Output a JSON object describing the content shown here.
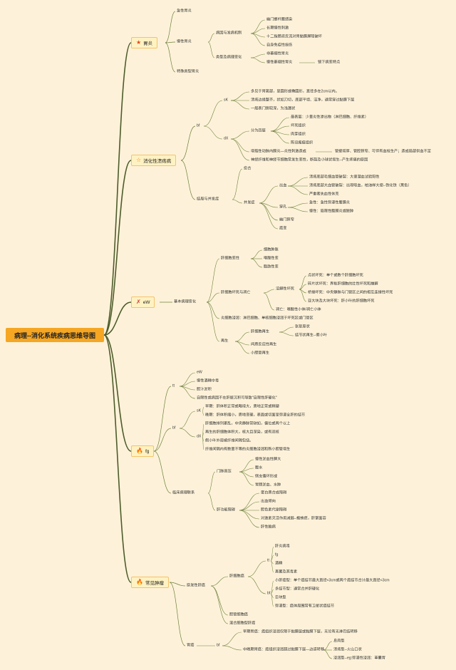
{
  "root": "病理--消化系统疾病思维导图",
  "topics": {
    "t1": {
      "label": "胃炎",
      "icon": "★",
      "icon_name": "star-icon"
    },
    "t2": {
      "label": "消化性溃疡病",
      "icon": "☆",
      "icon_name": "star-outline-icon"
    },
    "t3": {
      "label": "eW",
      "icon": "✗",
      "icon_name": "cross-icon"
    },
    "t4": {
      "label": "fg",
      "icon": "🔥",
      "icon_name": "flame-icon"
    },
    "t5": {
      "label": "常见肿瘤",
      "icon": "🔥",
      "icon_name": "flame-icon"
    }
  },
  "n": {
    "a1": "急性胃炎",
    "a2": "慢性胃炎",
    "a3": "特殊类型胃炎",
    "a4": "病因与发病机制",
    "a5": "幽门螺杆菌感染",
    "a6": "长期慢性刺激",
    "a7": "十二指肠液反流对胃黏膜屏障破坏",
    "a8": "自身免疫性损伤",
    "a9": "类型及病理变化",
    "a10": "非萎缩性胃炎",
    "a11": "慢性萎缩性胃炎",
    "a12": "镜下病变特点",
    "b1": "bf",
    "b2": "结局与并发症",
    "b3": "sK",
    "b4": "多见于胃窦部，呈圆形或椭圆形，直径多在2cm以内。",
    "b5": "溃疡边缘整齐，状如刀切，底部平坦、洁净，通常穿过黏膜下层",
    "b6": "一般表门侧较深，为浅漏状",
    "b7": "dX",
    "b8": "分为四层",
    "b9": "最表层：少量炎性渗出物（淋巴细胞、纤维素）",
    "b10": "坏死组织",
    "b11": "肉芽组织",
    "b12": "陈旧瘢痕组织",
    "b13": "增殖性动脉内膜炎—炎性刺激造成",
    "b14": "管壁增厚、管腔狭窄、可伴有血栓生产；造成局部供血不足",
    "b15": "神经纤维和神经节细胞常发生变性，断裂及小球状增生--产生疼痛的原因",
    "b16": "愈合",
    "b17": "并发症",
    "b18": "出血",
    "b19": "溃疡底部毛细血管破裂：大便潜血试验阳性",
    "b20": "溃疡底部大血管破裂：出现呕血，柏油样大便--铁化铁（黑色）",
    "b21": "严重者失血性休克",
    "b22": "穿孔",
    "b23": "急性：急性弥漫性腹膜炎",
    "b24": "慢性：局限性腹膜炎或脓肿",
    "b25": "幽门狭窄",
    "b26": "癌变",
    "c1": "基本病理变化",
    "c2": "肝细胞变性",
    "c3": "细胞肿胀",
    "c4": "嗜酸性变",
    "c5": "脂肪性变",
    "c6": "肝细胞坏死与凋亡",
    "c7": "溶解性坏死",
    "c8": "点状坏死：单个或数个肝细胞坏死",
    "c9": "碎片状坏死：界板肝细胞的灶性坏死和崩解",
    "c10": "桥接坏死：中央静脉与门管区之间的相互连接性坏死",
    "c11": "亚大块及大块坏死：肝小叶的肝细胞坏死",
    "c12": "凋亡：嗜酸性小体/凋亡小体",
    "c13": "炎细胞浸润：淋巴细胞、单核细胞浸润于坏死区或门管区",
    "c14": "再生",
    "c15": "肝细胞再生",
    "c16": "张复原状",
    "c17": "结节状再生--假小叶",
    "c18": "间质反应性再生",
    "c19": "小胆管再生",
    "d1": "tt",
    "d2": "eW",
    "d3": "慢性酒精中毒",
    "d4": "胆汁淤积",
    "d5": "自限性或病因不在肝脏沉积可导致\"自限性肝硬化\"",
    "d6": "bf",
    "d7": "sK",
    "d8": "早期：肝体积正常或略增大，质地正常或稍硬",
    "d9": "晚期：肝体积缩小，质地变硬，表面或切面呈弥漫全肝的结节",
    "d10": "dX",
    "d11": "肝细胞排列紊乱，中央静脉常缺如，偏位或两个以上",
    "d12": "再生的肝细胞体积大，核大且深染，或有双核",
    "d13": "假小叶外周被纤维间隔包绕。",
    "d14": "纤维间隔内有数量不等的炎细胞浸润和新小胆管增生",
    "d15": "临床病理联系",
    "d16": "门脉高压",
    "d17": "慢性淤血性脾大",
    "d18": "腹水",
    "d19": "侧支循环形成",
    "d20": "胃肠淤血、水肿",
    "d21": "肝功能障碍",
    "d22": "蛋白质合成障碍",
    "d23": "出血倾向",
    "d24": "胆色素代谢障碍",
    "d25": "对激素灭活作用减弱--蜘蛛痣，肝掌面容",
    "d26": "肝性脑病",
    "e1": "原发性肝癌",
    "e2": "胃癌",
    "e3": "肝细胞癌",
    "e4": "tt",
    "e5": "肝炎病毒",
    "e6": "fg",
    "e7": "酒精",
    "e8": "真菌及其毒素",
    "e9": "bf",
    "e10": "小肝癌型：单个癌结节最大直径<3cm或两个癌结节合计最大直径<3cm",
    "e11": "多结节型：通常合并肝硬化",
    "e12": "巨块型",
    "e13": "弥漫型：癌体周围常有卫星状癌结节",
    "e14": "胆管细胞癌",
    "e15": "混合细胞型肝癌",
    "e16": "bf",
    "e17": "早期胃癌：癌组织浸润仅限于黏膜层或黏膜下层，无论有无淋巴结转移",
    "e18": "中晚期胃癌：癌组织浸润超过黏膜下层—边道转移",
    "e19": "息肉型",
    "e20": "溃疡型--火山口状",
    "e21": "浸润型--eg:弥漫性浸润：革囊胃"
  }
}
